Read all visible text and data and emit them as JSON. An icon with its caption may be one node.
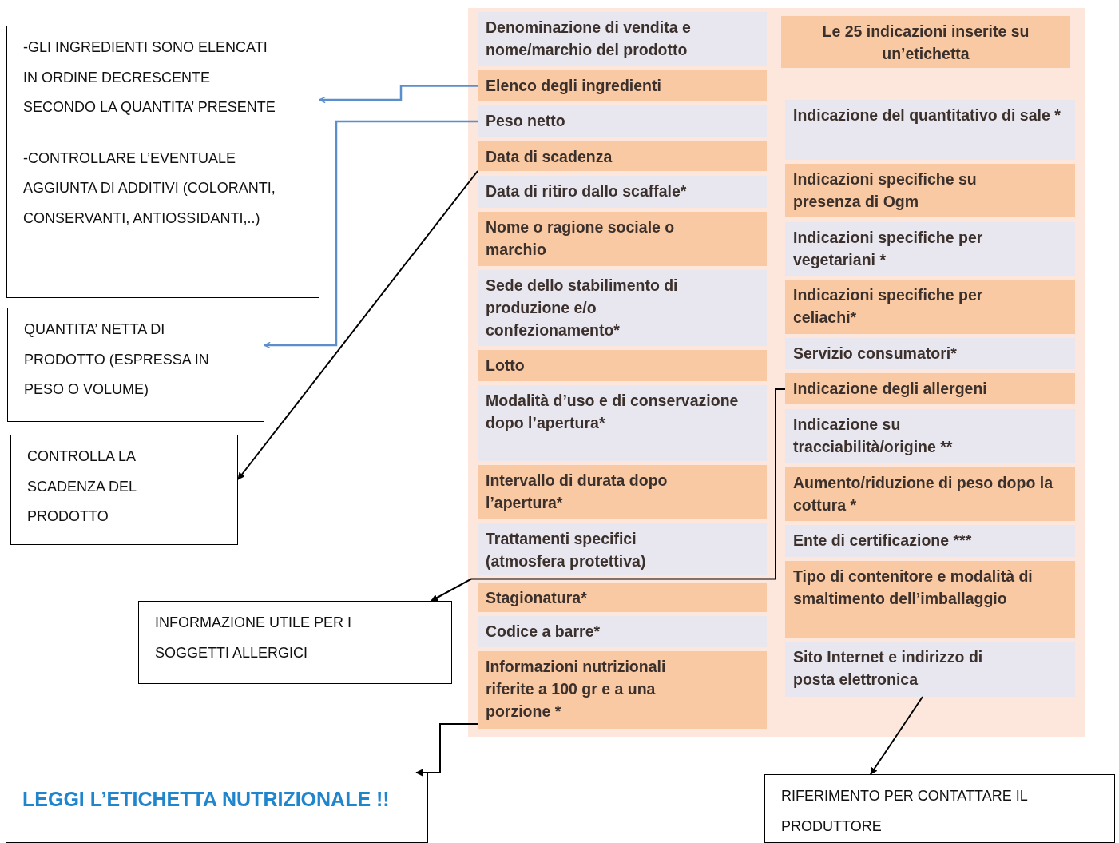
{
  "diagram": {
    "nodes": [
      {
        "text": [],
        "shape": "box"
      },
      {
        "text": [
          "Denominazione di vendita e nome/marchio del prodotto"
        ],
        "in": 0
      },
      {
        "text": [
          "Elenco degli ingredienti"
        ],
        "in": 0
      },
      {
        "text": [
          "Peso netto"
        ],
        "in": 0
      },
      {
        "text": [
          "Data di scadenza"
        ],
        "in": 0
      },
      {
        "text": [
          "Data di ritiro dallo scaffale*"
        ],
        "in": 0
      },
      {
        "text": [
          "Nome o ragione sociale o marchio"
        ],
        "in": 0
      },
      {
        "text": [
          "Sede dello stabilimento di produzione e/o confezionamento*"
        ],
        "in": 0
      },
      {
        "text": [
          "Lotto"
        ],
        "in": 0
      },
      {
        "text": [
          "Modalità d’uso e di conservazione dopo l’apertura*"
        ],
        "in": 0
      },
      {
        "text": [
          "Intervallo di durata dopo l’apertura*"
        ],
        "in": 0
      },
      {
        "text": [
          "Trattamenti specifici (atmosfera protettiva)"
        ],
        "in": 0
      },
      {
        "text": [
          "Stagionatura*"
        ],
        "in": 0
      },
      {
        "text": [
          "Codice a barre*"
        ],
        "in": 0
      },
      {
        "text": [
          "Informazioni nutrizionali riferite a 100 gr e a una porzione *"
        ],
        "in": 0
      },
      {
        "text": [
          "Le 25 indicazioni inserite su un’etichetta"
        ],
        "in": 0
      },
      {
        "text": [
          "Indicazione del quantitativo di sale *"
        ],
        "in": 0
      },
      {
        "text": [
          "Indicazioni specifiche su presenza di Ogm"
        ],
        "in": 0
      },
      {
        "text": [
          "Indicazioni specifiche per vegetariani *"
        ],
        "in": 0
      },
      {
        "text": [
          "Indicazioni specifiche per celiachi*"
        ],
        "in": 0
      },
      {
        "text": [
          "Servizio consumatori*"
        ],
        "in": 0
      },
      {
        "text": [
          "Indicazione degli allergeni"
        ],
        "in": 0
      },
      {
        "text": [
          "Indicazione su tracciabilità/origine **"
        ],
        "in": 0
      },
      {
        "text": [
          "Aumento/riduzione di peso dopo la cottura *"
        ],
        "in": 0
      },
      {
        "text": [
          "Ente di certificazione ***"
        ],
        "in": 0
      },
      {
        "text": [
          "Tipo di contenitore e modalità di smaltimento dell’imballaggio"
        ],
        "in": 0
      },
      {
        "text": [
          "Sito Internet e indirizzo di posta elettronica"
        ],
        "in": 0
      },
      {
        "text": [
          "-GLI INGREDIENTI SONO ELENCATI IN ORDINE DECRESCENTE SECONDO LA QUANTITA’ PRESENTE",
          "-CONTROLLARE L’EVENTUALE AGGIUNTA DI ADDITIVI (COLORANTI, CONSERVANTI, ANTIOSSIDANTI,..)"
        ]
      },
      {
        "text": [
          "QUANTITA’ NETTA DI PRODOTTO (ESPRESSA IN PESO O VOLUME)"
        ]
      },
      {
        "text": [
          "CONTROLLA LA SCADENZA DEL PRODOTTO"
        ]
      },
      {
        "text": [
          "INFORMAZIONE UTILE PER I SOGGETTI ALLERGICI"
        ]
      },
      {
        "text": [
          "LEGGI L’ETICHETTA NUTRIZIONALE !!"
        ]
      },
      {
        "text": [
          "RIFERIMENTO PER CONTATTARE IL PRODUTTORE"
        ]
      }
    ],
    "edges": [
      {
        "from": 2,
        "to": 27,
        "arrow": "to",
        "color": "#5b8fcb"
      },
      {
        "from": 3,
        "to": 28,
        "arrow": "to",
        "color": "#5b8fcb"
      },
      {
        "from": 4,
        "to": 29,
        "arrow": "to"
      },
      {
        "from": 21,
        "to": 30,
        "arrow": "to"
      },
      {
        "from": 14,
        "to": 31,
        "arrow": "to"
      },
      {
        "from": 26,
        "to": 32,
        "arrow": "to"
      }
    ]
  }
}
